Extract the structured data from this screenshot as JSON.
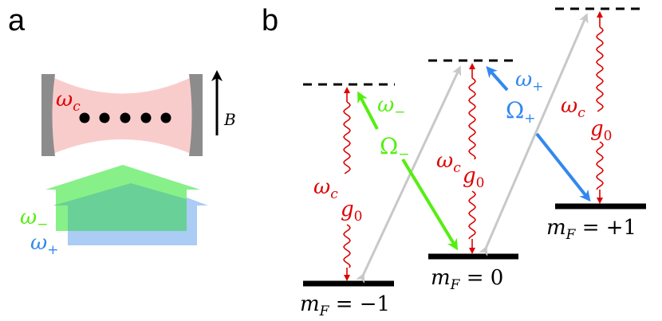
{
  "panel_a": {
    "label": "a",
    "cavity_label": "ω",
    "cavity_sub": "c",
    "field_label": "B",
    "beam_minus_label": "ω",
    "beam_minus_sub": "−",
    "beam_plus_label": "ω",
    "beam_plus_sub": "+",
    "atom_count": 5
  },
  "panel_b": {
    "label": "b",
    "level_left": {
      "lhs": "m",
      "sub": "F",
      "rhs": " = −1"
    },
    "level_mid": {
      "lhs": "m",
      "sub": "F",
      "rhs": " = 0"
    },
    "level_right": {
      "lhs": "m",
      "sub": "F",
      "rhs": " = +1"
    },
    "omega": "ω",
    "g": "g",
    "g_sub": "0",
    "Omega": "Ω",
    "sub_c": "c",
    "sub_minus": "−",
    "sub_plus": "+"
  },
  "colors": {
    "cavity_mode": "#f9cccc",
    "mirror": "#8c8c8c",
    "cavity_red": "#dd0000",
    "green": "#55ee11",
    "blue": "#3388ee",
    "beam_green": "#88f088",
    "beam_blue": "#aaccf5",
    "beam_overlap": "#66cc99",
    "gray": "#c8c8c8"
  }
}
